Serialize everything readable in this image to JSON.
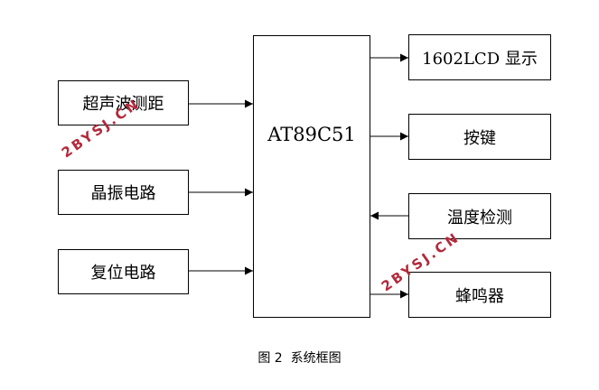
{
  "diagram": {
    "center_block": "AT89C51",
    "input_blocks": [
      "超声波测距",
      "晶振电路",
      "复位电路"
    ],
    "output_blocks": [
      "1602LCD 显示",
      "按键",
      "温度检测",
      "蜂鸣器"
    ]
  },
  "watermark": "2BYSJ.CN",
  "caption": "图 2  系统框图"
}
